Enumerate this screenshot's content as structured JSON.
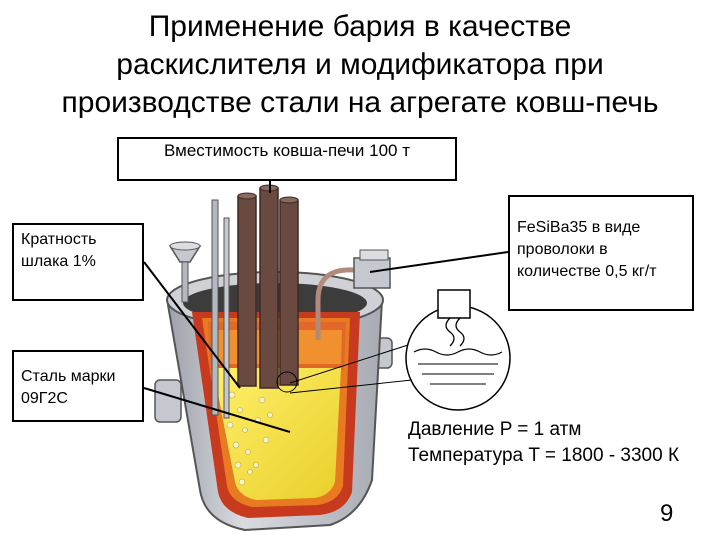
{
  "title": {
    "line1": "Применение бария в качестве",
    "line2": "раскислителя и модификатора при",
    "line3": "производстве стали на агрегате ковш-печь"
  },
  "labels": {
    "capacity": "Вместимость ковша-печи 100 т",
    "slag": "Кратность шлака 1%",
    "steel": "Сталь марки 09Г2С",
    "wire": "FeSiBa35 в виде проволоки в количестве 0,5 кг/т"
  },
  "conditions": {
    "pressure": "Давление P = 1 атм",
    "temperature": "Температура T = 1800 - 3300 К"
  },
  "page_number": "9",
  "colors": {
    "steel_melt": "#f2e03a",
    "slag_layer": "#e87a22",
    "refractory": "#c83a1e",
    "shell": "#b9bcc4",
    "electrode": "#6a4a40"
  }
}
